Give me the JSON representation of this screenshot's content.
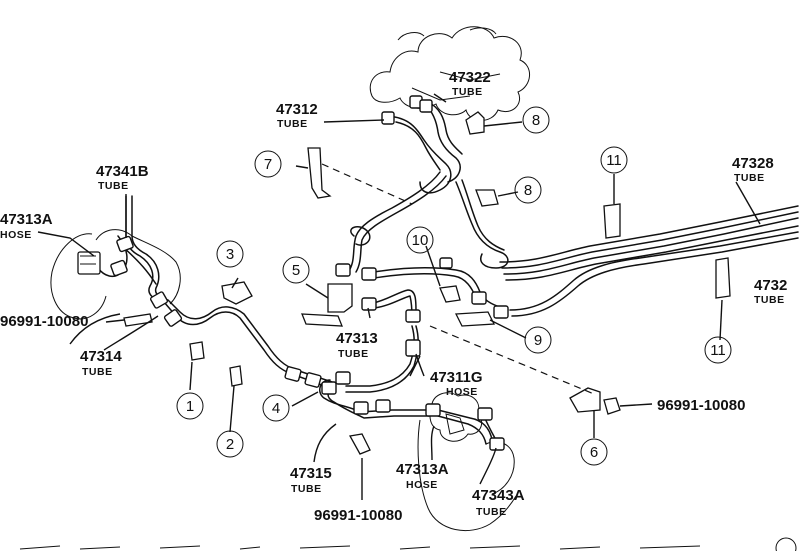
{
  "diagram": {
    "labels": {
      "t47322": {
        "number": "47322",
        "type": "TUBE"
      },
      "t47312": {
        "number": "47312",
        "type": "TUBE"
      },
      "t47341b": {
        "number": "47341B",
        "type": "TUBE"
      },
      "h47313a_left": {
        "number": "47313A",
        "type": "HOSE"
      },
      "p96991_left": {
        "number": "96991-10080"
      },
      "t47314": {
        "number": "47314",
        "type": "TUBE"
      },
      "t47313": {
        "number": "47313",
        "type": "TUBE"
      },
      "h47311g": {
        "number": "47311G",
        "type": "HOSE"
      },
      "t47315": {
        "number": "47315",
        "type": "TUBE"
      },
      "h47313a_bottom": {
        "number": "47313A",
        "type": "HOSE"
      },
      "p96991_bottom": {
        "number": "96991-10080"
      },
      "t47343a": {
        "number": "47343A",
        "type": "TUBE"
      },
      "t47328": {
        "number": "47328",
        "type": "TUBE"
      },
      "t4732_cut": {
        "number": "4732",
        "type": "TUBE"
      },
      "p96991_right": {
        "number": "96991-10080"
      }
    },
    "callouts": {
      "c1": "1",
      "c2": "2",
      "c3": "3",
      "c4": "4",
      "c5": "5",
      "c6": "6",
      "c7": "7",
      "c8a": "8",
      "c8b": "8",
      "c9": "9",
      "c10": "10",
      "c11a": "11",
      "c11b": "11"
    }
  }
}
